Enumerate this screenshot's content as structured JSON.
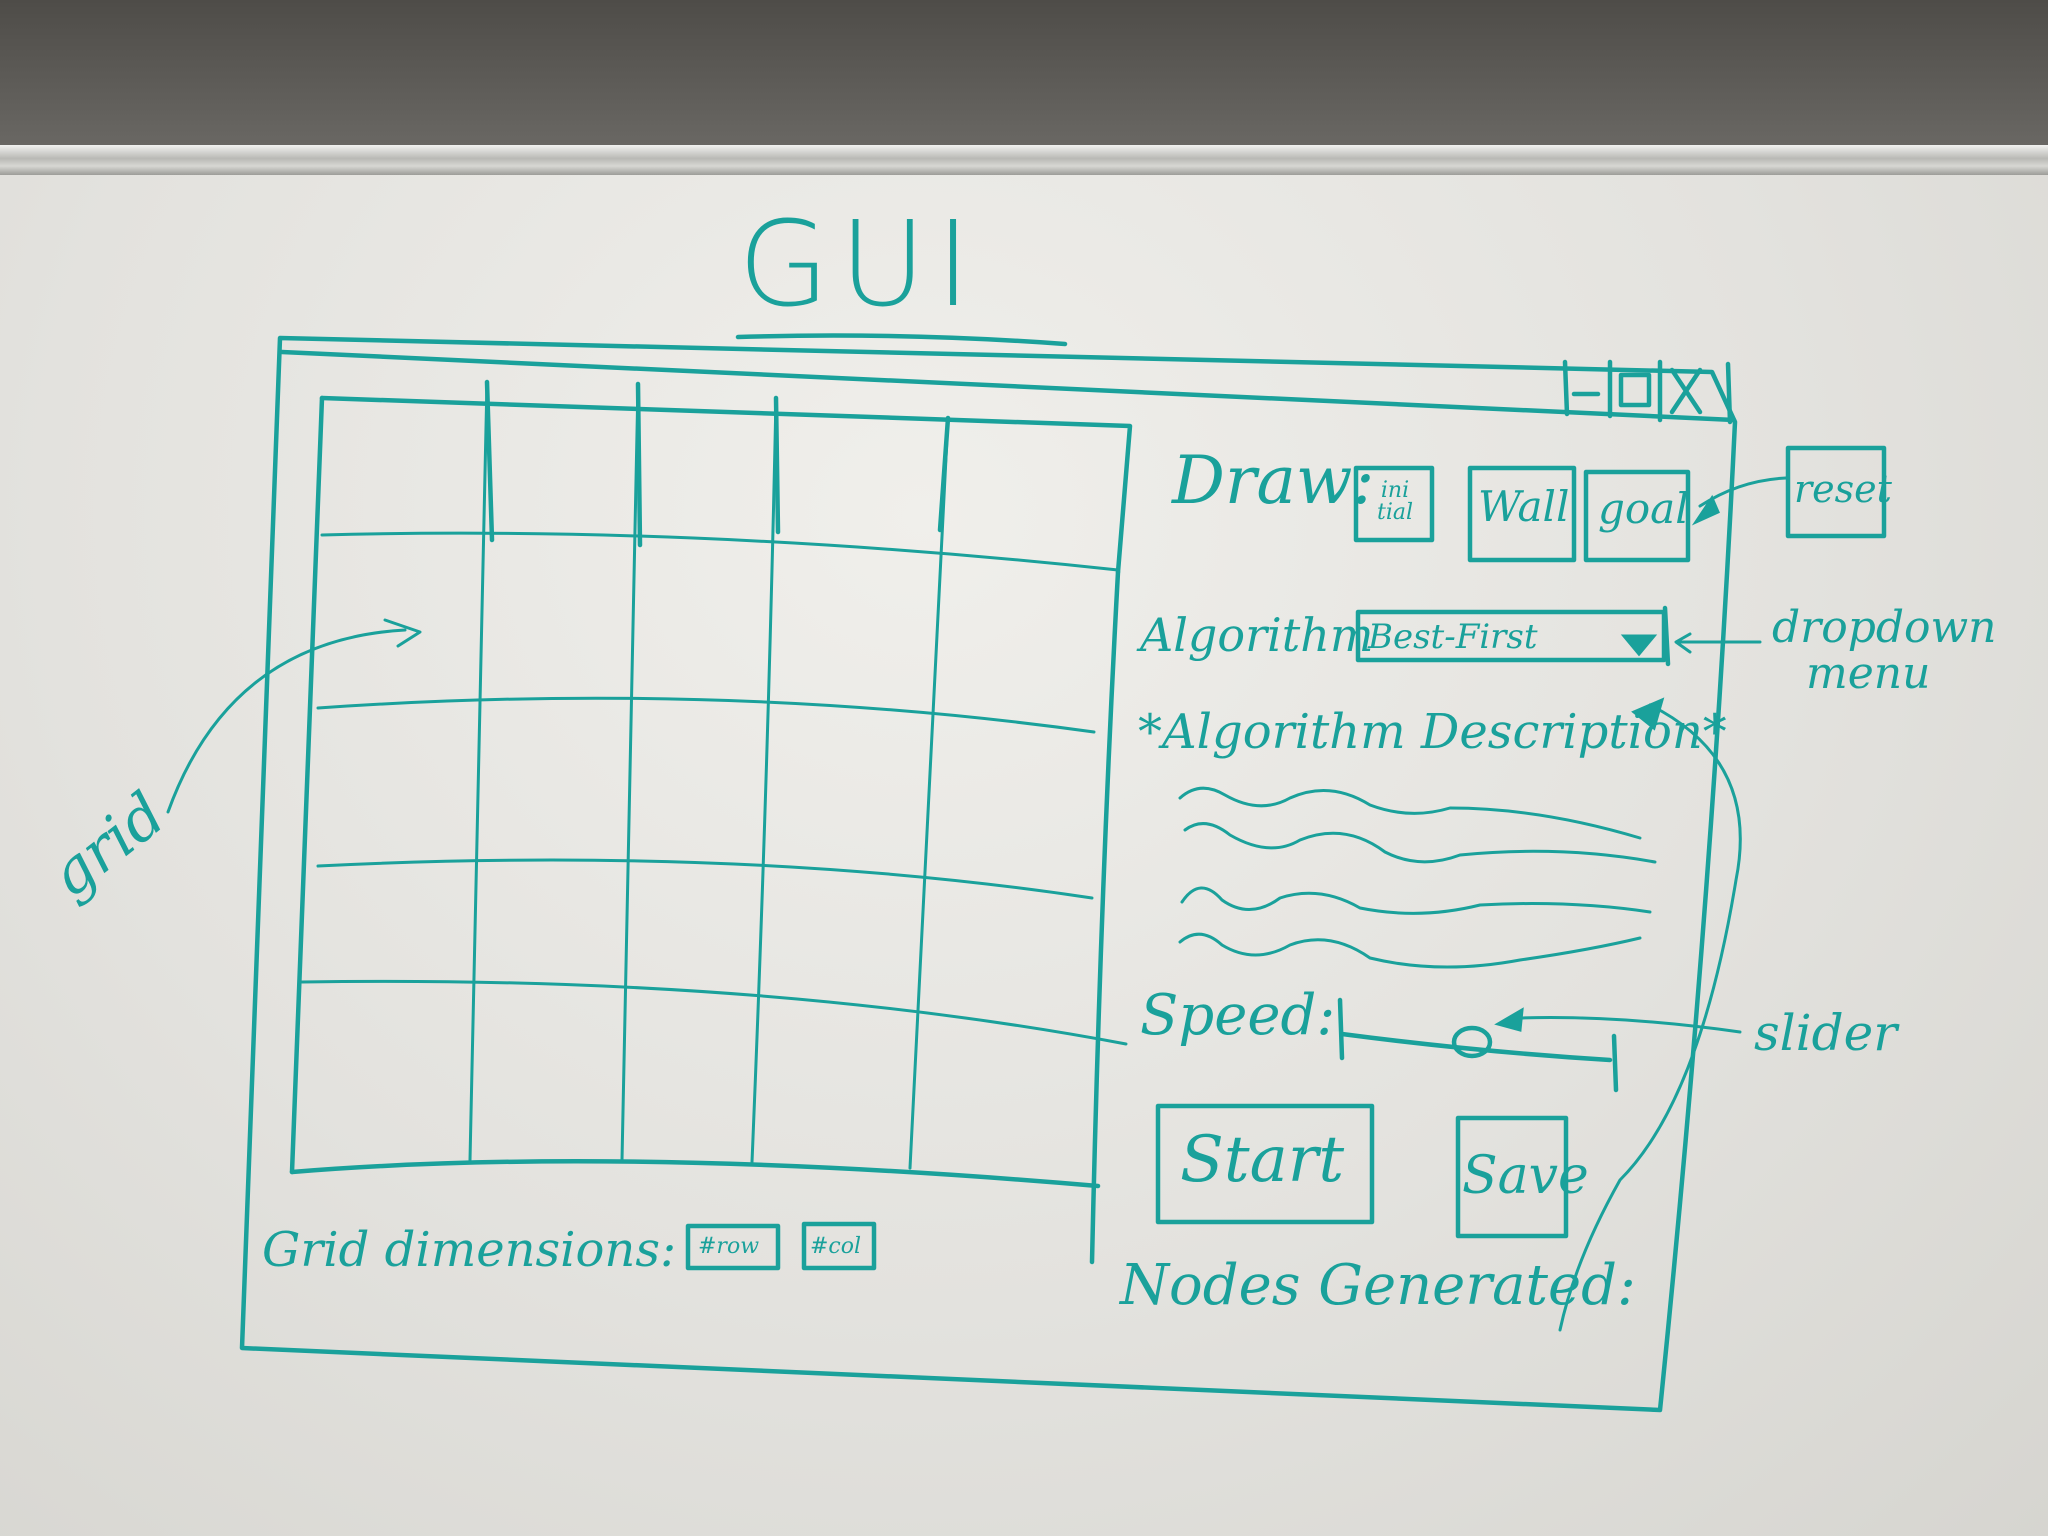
{
  "title": "GUI",
  "window_controls": {
    "minimize": "–",
    "maximize": "□",
    "close": "X"
  },
  "draw": {
    "label": "Draw:",
    "buttons": [
      "ini tial",
      "Wall",
      "goal"
    ]
  },
  "algorithm": {
    "label": "Algorithm",
    "selected": "Best-First",
    "description_title": "*Algorithm Description*"
  },
  "speed": {
    "label": "Speed:"
  },
  "buttons": {
    "start": "Start",
    "save": "Save"
  },
  "nodes_generated": {
    "label": "Nodes Generated:"
  },
  "grid_dimensions": {
    "label": "Grid dimensions:",
    "row": "#row",
    "col": "#col"
  },
  "annotations": {
    "grid": "grid",
    "reset": "reset",
    "dropdown": "dropdown",
    "menu": "menu",
    "slider": "slider"
  },
  "colors": {
    "ink": "#1aa19b",
    "board": "#e8e7e3",
    "wall": "#55534f"
  }
}
